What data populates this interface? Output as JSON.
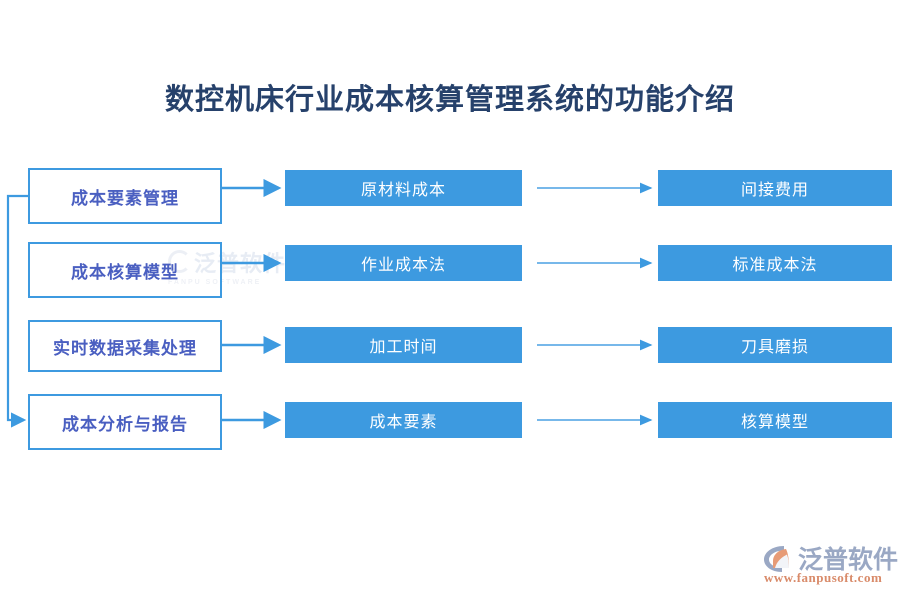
{
  "page": {
    "title": "数控机床行业成本核算管理系统的功能介绍",
    "background_color": "#ffffff",
    "title_color": "#26416b",
    "accent_color": "#3d9ae0",
    "outline_text_color": "#4a5fc1"
  },
  "diagram": {
    "type": "flow-matrix",
    "columns": 3,
    "rows": [
      {
        "left": {
          "label": "成本要素管理",
          "style": "outline"
        },
        "middle": {
          "label": "原材料成本",
          "style": "filled"
        },
        "right": {
          "label": "间接费用",
          "style": "filled"
        }
      },
      {
        "left": {
          "label": "成本核算模型",
          "style": "outline"
        },
        "middle": {
          "label": "作业成本法",
          "style": "filled"
        },
        "right": {
          "label": "标准成本法",
          "style": "filled"
        }
      },
      {
        "left": {
          "label": "实时数据采集处理",
          "style": "outline"
        },
        "middle": {
          "label": "加工时间",
          "style": "filled"
        },
        "right": {
          "label": "刀具磨损",
          "style": "filled"
        }
      },
      {
        "left": {
          "label": "成本分析与报告",
          "style": "outline"
        },
        "middle": {
          "label": "成本要素",
          "style": "filled"
        },
        "right": {
          "label": "核算模型",
          "style": "filled"
        }
      }
    ]
  },
  "watermark": {
    "text": "泛普软件",
    "subtext": "FANPU SOFTWARE"
  },
  "logo": {
    "name": "泛普软件",
    "url": "www.fanpusoft.com",
    "mark_icon": "fanpu-arc-icon",
    "name_color": "#9aa8c4",
    "url_color": "#d98b6a"
  }
}
